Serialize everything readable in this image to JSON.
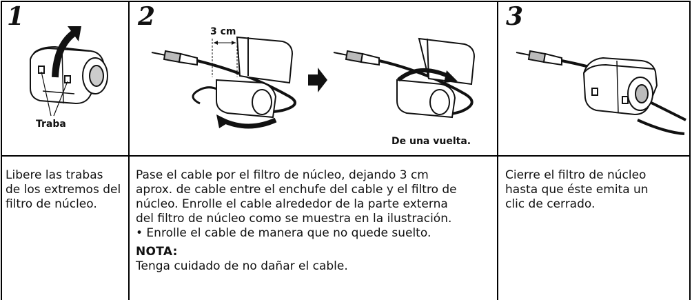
{
  "step1": {
    "number": "1",
    "label": "Traba",
    "text": "Libere las trabas de los extremos del filtro de núcleo."
  },
  "step2": {
    "number": "2",
    "dimension_label": "3 cm",
    "turn_label": "De una vuelta.",
    "text_line1": "Pase el cable por el filtro de núcleo, dejando 3 cm",
    "text_line2": "aprox. de cable entre el enchufe del cable y el filtro de",
    "text_line3": "núcleo. Enrolle el cable alrededor de la parte externa",
    "text_line4": "del filtro de núcleo como se muestra en la ilustración.",
    "bullet": "• Enrolle el cable de manera que no quede suelto.",
    "note_title": "NOTA:",
    "note_text": "Tenga cuidado de no dañar el cable."
  },
  "step3": {
    "number": "3",
    "text": "Cierre el filtro de núcleo hasta que éste emita un clic de cerrado."
  }
}
